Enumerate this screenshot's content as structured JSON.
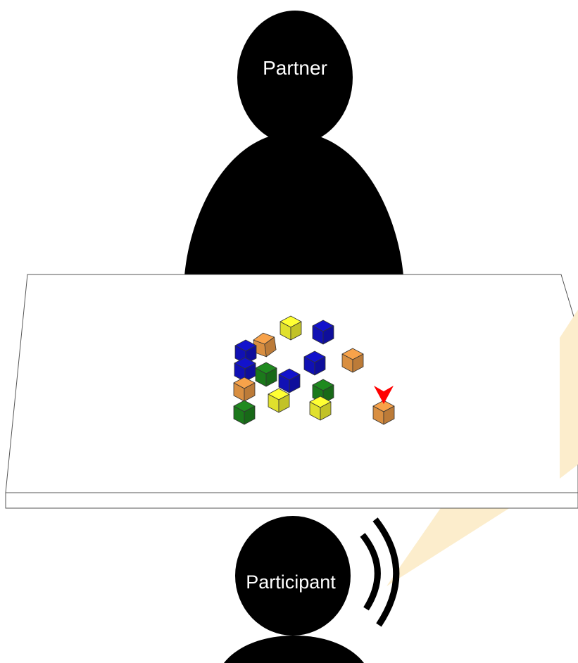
{
  "people": {
    "partner": {
      "label": "Partner"
    },
    "participant": {
      "label": "Participant"
    }
  },
  "colors": {
    "silhouette": "#000000",
    "table": "#ffffff",
    "table_edge": "#555555",
    "speech_bubble": "#fcedcc",
    "arrow": "#ff0000",
    "cube_orange": "#f7a24a",
    "cube_yellow": "#ffff33",
    "cube_blue": "#1212cc",
    "cube_green": "#1f8a1f"
  },
  "cubes": [
    {
      "color": "yellow"
    },
    {
      "color": "blue"
    },
    {
      "color": "orange"
    },
    {
      "color": "blue"
    },
    {
      "color": "blue"
    },
    {
      "color": "blue"
    },
    {
      "color": "orange"
    },
    {
      "color": "green"
    },
    {
      "color": "blue"
    },
    {
      "color": "orange"
    },
    {
      "color": "green"
    },
    {
      "color": "yellow"
    },
    {
      "color": "green"
    },
    {
      "color": "yellow"
    },
    {
      "color": "orange"
    }
  ],
  "target_marker": {
    "shape": "red-arrow-down"
  },
  "sound_waves_icon": "sound-waves-icon"
}
